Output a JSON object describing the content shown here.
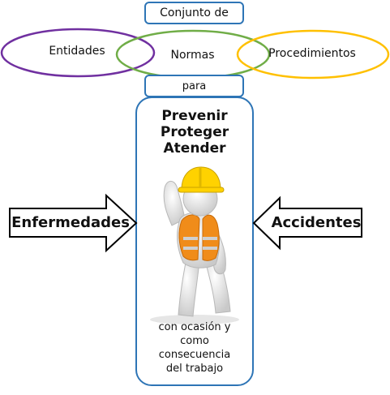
{
  "header": {
    "label": "Conjunto de"
  },
  "ellipses": [
    {
      "label": "Entidades",
      "color": "#7030a0"
    },
    {
      "label": "Normas",
      "color": "#70ad47"
    },
    {
      "label": "Procedimientos",
      "color": "#ffc000"
    }
  ],
  "connector": {
    "label": "para"
  },
  "main": {
    "lines": [
      "Prevenir",
      "Proteger",
      "Atender"
    ],
    "bottom_lines": [
      "con ocasión y",
      "como",
      "consecuencia",
      "del trabajo"
    ]
  },
  "arrows": {
    "left": {
      "label": "Enfermedades"
    },
    "right": {
      "label": "Accidentes"
    }
  },
  "colors": {
    "box_border": "#2e75b6",
    "helmet": "#ffd200",
    "vest": "#f08c1a"
  },
  "illustration": {
    "icon": "construction-worker-icon"
  }
}
